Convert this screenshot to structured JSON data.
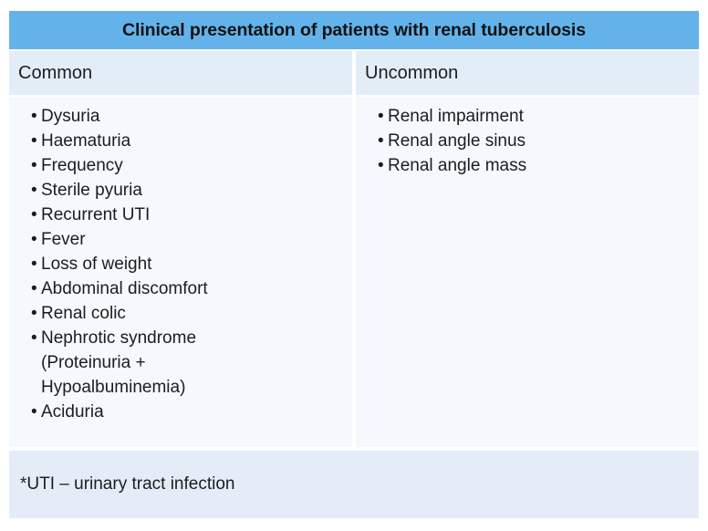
{
  "table": {
    "title": "Clinical presentation of patients with renal tuberculosis",
    "columns": [
      {
        "header": "Common",
        "items": [
          "Dysuria",
          "Haematuria",
          "Frequency",
          "Sterile pyuria",
          "Recurrent UTI",
          "Fever",
          "Loss of weight",
          "Abdominal discomfort",
          "Renal colic",
          "Nephrotic syndrome\n(Proteinuria +\nHypoalbuminemia)",
          "Aciduria"
        ]
      },
      {
        "header": "Uncommon",
        "items": [
          "Renal impairment",
          "Renal angle sinus",
          "Renal angle mass"
        ]
      }
    ],
    "footnote": "*UTI – urinary tract infection"
  },
  "colors": {
    "title_band": "#63b3ea",
    "header_row": "#e3edf7",
    "body_row": "#f5f8fd",
    "footnote_row": "#e4edf7",
    "text": "#1b1d1f",
    "page_background": "#ffffff"
  }
}
